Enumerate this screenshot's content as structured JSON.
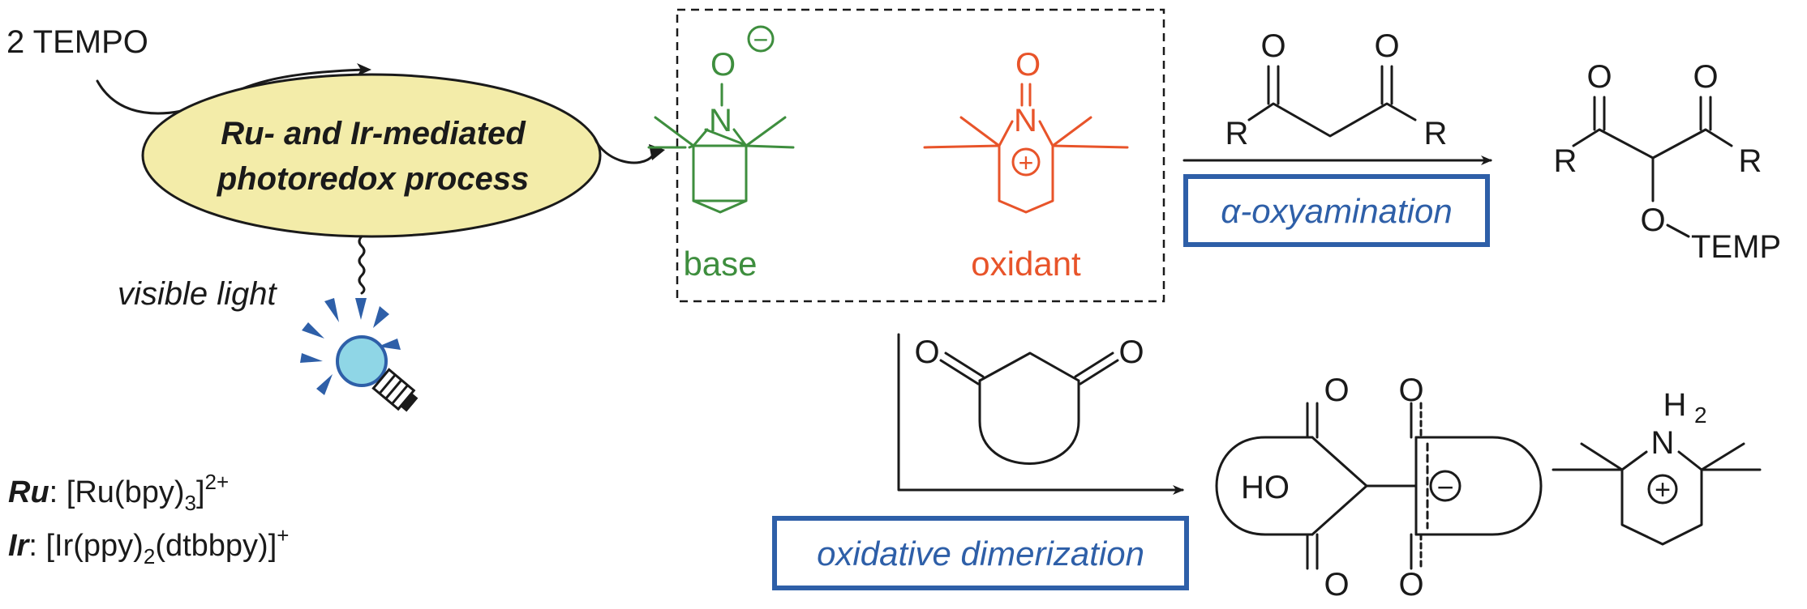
{
  "reagent": "2 TEMPO",
  "process": {
    "line1": "Ru- and Ir-mediated",
    "line2": "photoredox process"
  },
  "light_label": "visible light",
  "catalysts": [
    {
      "label": "Ru",
      "formula_pre": "[Ru(bpy)",
      "sub": "3",
      "mid": "]",
      "sup": "2+"
    },
    {
      "label": "Ir",
      "formula_pre": "[Ir(ppy)",
      "sub": "2",
      "mid": "(dtbbpy)]",
      "sup": "+"
    }
  ],
  "intermediates": {
    "base": {
      "label": "base",
      "atom_o": "O",
      "atom_n": "N",
      "charge": "−"
    },
    "oxidant": {
      "label": "oxidant",
      "atom_o": "O",
      "atom_n": "N",
      "charge": "+"
    }
  },
  "reaction1": {
    "substrate": {
      "o1": "O",
      "o2": "O",
      "r1": "R",
      "r2": "R"
    },
    "label": "α-oxyamination",
    "product": {
      "o1": "O",
      "o2": "O",
      "r1": "R",
      "r2": "R",
      "o3": "O",
      "temp": "TEMP"
    }
  },
  "reaction2": {
    "substrate": {
      "o1": "O",
      "o2": "O"
    },
    "label": "oxidative dimerization",
    "product": {
      "o1": "O",
      "o2": "O",
      "o3": "O",
      "o4": "O",
      "ho": "HO",
      "charge": "−"
    },
    "counterion": {
      "h2": "H",
      "sub": "2",
      "n": "N",
      "charge": "+"
    }
  },
  "colors": {
    "green": "#3e8e3e",
    "orange": "#e8542a",
    "blue": "#2e5fa8",
    "ellipse": "#f3eca9"
  }
}
